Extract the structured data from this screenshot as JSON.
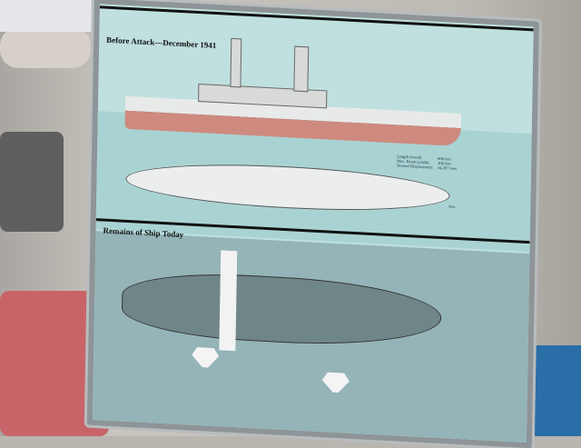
{
  "plaque": {
    "section1_title": "Before Attack—December 1941",
    "section2_title": "Remains of Ship Today",
    "specs": [
      {
        "label": "Length Overall",
        "value": "608 feet"
      },
      {
        "label": "Max. Beam (width)",
        "value": "106 feet"
      },
      {
        "label": "Normal Displacement",
        "value": "34,207 tons"
      }
    ],
    "bow_label": "Bow"
  },
  "colors": {
    "plaque_face": "#bfe0de",
    "hull": "#cf8a7f",
    "frame": "#8e9497"
  }
}
